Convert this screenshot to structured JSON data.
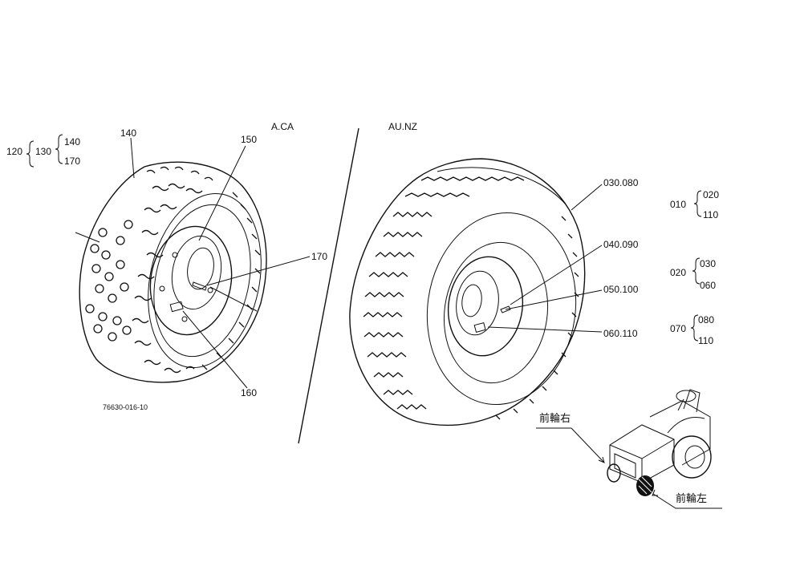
{
  "sections": {
    "left_variant": "A.CA",
    "right_variant": "AU.NZ"
  },
  "drawing_number": "76630-016-10",
  "left_callouts": {
    "c120": "120",
    "c130": "130",
    "c140a": "140",
    "c170a": "170",
    "c140": "140",
    "c150": "150",
    "c170": "170",
    "c160": "160"
  },
  "right_callouts": {
    "c030": "030.080",
    "c040": "040.090",
    "c050": "050.100",
    "c060": "060.110"
  },
  "legend": {
    "g010": "010",
    "g010a": "020",
    "g010b": "110",
    "g020": "020",
    "g020a": "030",
    "g020b": "060",
    "g070": "070",
    "g070a": "080",
    "g070b": "110"
  },
  "tractor_labels": {
    "front_right": "前輪右",
    "front_left": "前輪左"
  }
}
